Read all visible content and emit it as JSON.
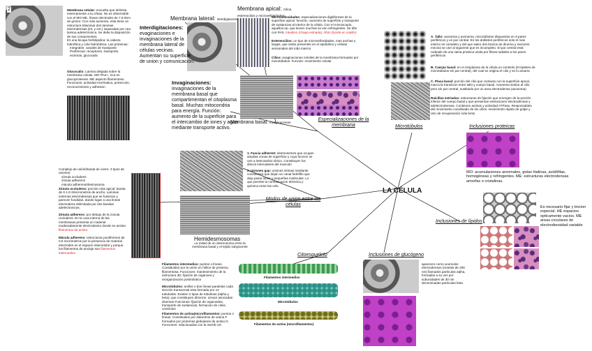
{
  "central_title": "LA CÉLULA",
  "branches": {
    "membrana": "Especializaciones de la membrana",
    "microtubulos": "Microtúbulos",
    "proteicas": "Inclusiones proteicas",
    "lipidos": "Inclusiones de lípidos",
    "glucogeno": "Inclusiones de glucógeno",
    "citoesqueleto": "Citoesqueleto",
    "union": "Modos de union entre las células"
  },
  "membrana_celular": {
    "label": "Membrana celular:",
    "body": "envuelta que delimita externamente a la célula. No es observable con el MO ME. líneas electrodes de 7.5-9nm de grosor. Con más aumento, esta tiene un estructura trilaminar dos laminas electrodensas (int. y ext.) separadas por una lamina adelectronica. Se debe la disposición de sus componentes.",
    "body2": "Es una bicapa fosfolipidica: la cabeza hidrofilica y cola hidrofobica. Las proteinas:",
    "items": [
      "Integrales: canales de transporte",
      "Perifericas: receptores, transporte, enzimas, glucocalix"
    ]
  },
  "glucocalix": {
    "label": "Glucocalix:",
    "body": "Lamina delgada sobre la membrana celular. MO PAS+, rica en glucoproteinas. ME aspecto filamentoso. Funciones: actividad enzimatica, proteccion, reconocimiento y adhesion"
  },
  "membrana_lateral": {
    "label": "Membrana lateral:",
    "sub": "interdigitaciones"
  },
  "membrana_apical": {
    "label": "Membrana apical:",
    "sub": "Cilios, estereocilios y microvellosidades."
  },
  "membrana_basal": {
    "label": "Membrana basal:",
    "sub": "invaginaciones"
  },
  "interdigitaciones": {
    "label": "Interdigitaciones:",
    "body": "evaginaciones e invaginaciones de la membrana lateral de células vecinas. Aumentan su superficie de union y comunicación."
  },
  "invaginaciones": {
    "label": "Invaginaciones:",
    "body": "invaginaciones de la membrana basal que compartimentan el citoplasma basal. Muchas mitocondria para energía. Función: aumento de la superficie para el intercambio de iones y agua mediante transporte activo."
  },
  "microvellosidades": {
    "label": "Microvellosidades:",
    "body": "especializaciones digitiformes de la superficie apical. función= aumento de superficie y transporte de sustancias al interior de la célula. Con el microscopio, aquellos ep. que tienen muchas se ven refringentes. Se tiñe con PAS.",
    "red": "Intestino (chapa estriada), riñón (borde en cepillo)"
  },
  "estereocilios": {
    "label": "Estereocilios:",
    "body": "un tipo de microvellosidades, mas anchas y largas, que están presentes en el epidídimo y células sensoriales del oído interno"
  },
  "cilios": {
    "label": "Cilios:",
    "body": "evaginaciones móviles de la membrana formados por microtúbulos. Función: movimiento celular"
  },
  "microtubulos": {
    "a": {
      "label": "A. Tallo:",
      "body": "axonema y axonema: microtúbulos dispuestos en 9 pares periféricos y un par central. En los dobletes periféricos solo el mas interno es completo y del que salen dos brazos de dineína y menores mecina se une al siguiente que es incompleto. El par central está rodeado de una vaina proteica unida por fibras radiales a los pares periféricos"
    },
    "b": {
      "label": "B. Cuerpo basal:",
      "body": "en el citoplasma de la célula un centriolo (9 tripletes de microtúbulos sin par central), del cual se origina el cilio y se lo amarra"
    },
    "c": {
      "label": "C. Placa basal:",
      "body": "porción del cilio que contacta con la superficie apical, marca la transicion entre tallo y cuerpo basal. Axonema similar al cilio pero sin par central, sustituido por un area electrodensa (axosoma)."
    },
    "d": {
      "label": "Raicillas estriadas:",
      "body": "estructuras de fijación que emergen de la porción inferior del cuerpo basal y que presentan estriaciones electrodensas y adelectrodensas. Contienen actinas y actividad ATPasa. Responsables del movimiento coordinado de los cilios: movimiento rápido de golpe y otro de recuperación más lento"
    }
  },
  "proteicas": {
    "body": "MO: acumulaciones anormales, gotas hialinas, acidófilas, homogéneas y refringentes. ME: estructuras electrodensas amorfas o cristalinas."
  },
  "lipidos": {
    "body": "Es necesario fijar y tincion especial. HE espacios opticamente vacios. ME areas circulares de electrodensidad variable"
  },
  "glucogeno": {
    "body": "aparecen como acumulos electrodensos (rosetas de 200 nm) llamados partículas alpha, formadas a su vez por subunidades de 30 nm denominadas partículas beta"
  },
  "uniones_intro": {
    "body": "Complejo de unión/banda de cierre. 3 tipos de uniones:",
    "items": [
      "zónula occludens",
      "zónula adherens",
      "mácula adherens/desmosoma"
    ]
  },
  "zonula_occludens": {
    "label": "Zónula occludens:",
    "body": "porción más apical; banda de 0.1-0.3micrometros de ancho. Laminas externas electrodensas que se fusionan y parecen fundidas, dando lugar a una lineas electrodens delimitada por dos bandas adelectronicas."
  },
  "zonula_adherens": {
    "label": "Zónula adherens:",
    "body": "por debajo de la zonula occludens. En la cara interna de las membranas presenta un material moderadamente electrodenso donde se anclan",
    "red": "filamentos de actina."
  },
  "macula_adherens": {
    "label": "Mácula adherens:",
    "body": "estructuras puntiformes de 0.5 micrómetros por la presencia de material electrodes en el espacio intercelular y porque los filamentos de anclaje son",
    "red": "filamentos intermedios."
  },
  "fascia": {
    "label": "1. Fascia adherent:",
    "body": "desmosomes que ocupan amplias zonas de superficie y cuya funcion se une a intercambio iónico. Constituyen los discos intercalares del musculo"
  },
  "gap": {
    "label": "2. Uniones gap:",
    "body": "uniones intimas mediante conexiones que dejan un canal hidrófilo que deja pasar iones y pequeñas moléculas. Lo que permite la comunicacion eléctrica y química entre las cels."
  },
  "hemidesmosomas": {
    "label": "Hemidesmosomas",
    "body": "La mitad de un desmosoma entre la membrana basal y el tejido subyacente"
  },
  "filamentos_intermedios": {
    "label": "Filamentos intermedios:",
    "body": "puntos o líneas. Constituidos por la unión en hélice de proteína filamentosa. Funciones: mantenimiento de la estructura 3D, fijación de organoes y reorganización postmitotica"
  },
  "microtubulos_cito": {
    "label": "Microtúbulos:",
    "body": "anillos o dos líneas paralelas cada sección transversal esta formada por 13 tubulodas. Existen 2 tipos de tubulinas (alpha y beta), que constituyen dímeros. Llevan asociadas diversas Funciones: fijación de organoides, transporte de sustancias, formacion de cilios, centriolos"
  },
  "filamentos_actina": {
    "label": "Filamentos de actina(microfilamentos:",
    "body": "puntos o líneas. Constituidos por diámetros de actina F formados por proteínas globulares de actina G. Funciones: relacionadas con la memb cel."
  },
  "figure_captions": {
    "fi": "Filamentos intermedios",
    "mt": "Microtúbulos",
    "fa": "Filamentos de actina (microfilamentos)"
  },
  "marker": "2",
  "colors": {
    "link": "#1a1a1a",
    "accent_red": "#dd2222",
    "he_pink": "#d88fc0",
    "he_violet": "#c77bd0",
    "green_filament": "#58b36a",
    "teal_tubule": "#3fb3a6",
    "olive_actin": "#8a8a3a"
  }
}
